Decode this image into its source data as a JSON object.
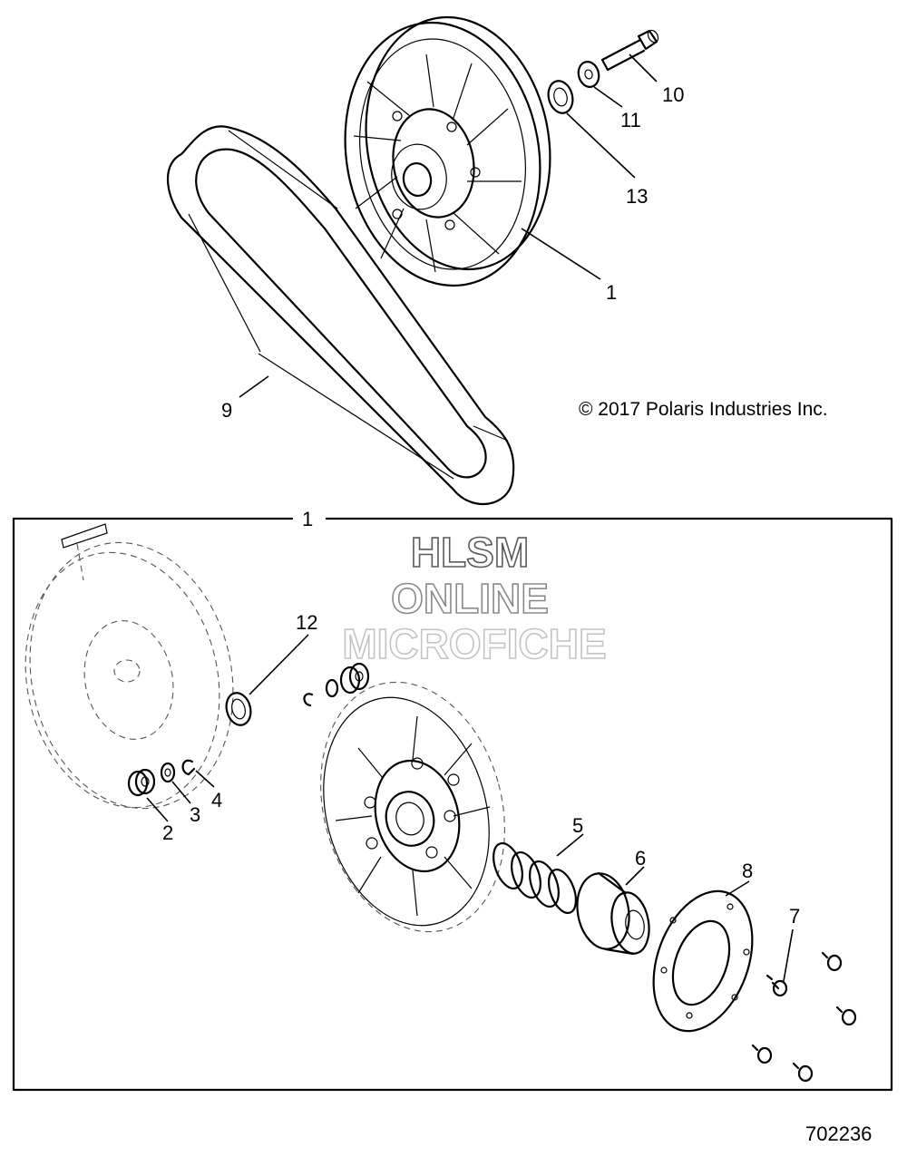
{
  "callouts": {
    "c1_top": "1",
    "c9": "9",
    "c10": "10",
    "c11": "11",
    "c13": "13",
    "c1_box": "1",
    "c12": "12",
    "c2": "2",
    "c3": "3",
    "c4": "4",
    "c5": "5",
    "c6": "6",
    "c7": "7",
    "c8": "8"
  },
  "watermark": {
    "line1": "HLSM",
    "line2": "ONLINE",
    "line3": "MICROFICHE",
    "colors": [
      "#5a5a5a",
      "#8a8a8a",
      "#c4c4c4"
    ]
  },
  "copyright": "© 2017 Polaris Industries Inc.",
  "diagram_code": "702236"
}
